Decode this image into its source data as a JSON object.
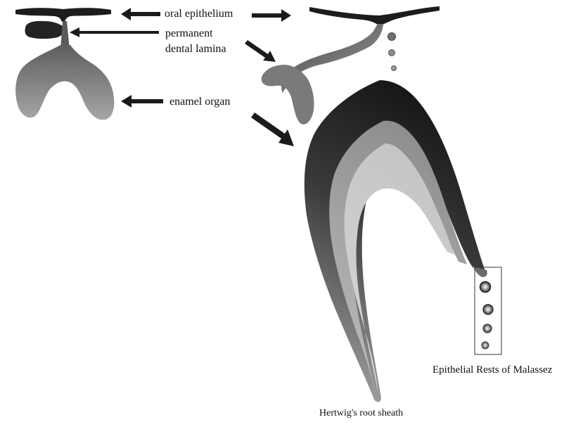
{
  "labels": {
    "oral_epithelium": "oral epithelium",
    "permanent": "permanent",
    "dental_lamina": "dental lamina",
    "enamel_organ": "enamel organ",
    "epithelial_rests": "Epithelial Rests of Malassez",
    "hertwig": "Hertwig's root sheath"
  },
  "colors": {
    "epithelium": "#1c1c1c",
    "enamel_organ": "#8f8f8f",
    "outer_layer": "#262626",
    "middle_layer": "#a3a3a3",
    "inner_layer": "#c8c8c8",
    "arrows": "#1a1a1a"
  }
}
